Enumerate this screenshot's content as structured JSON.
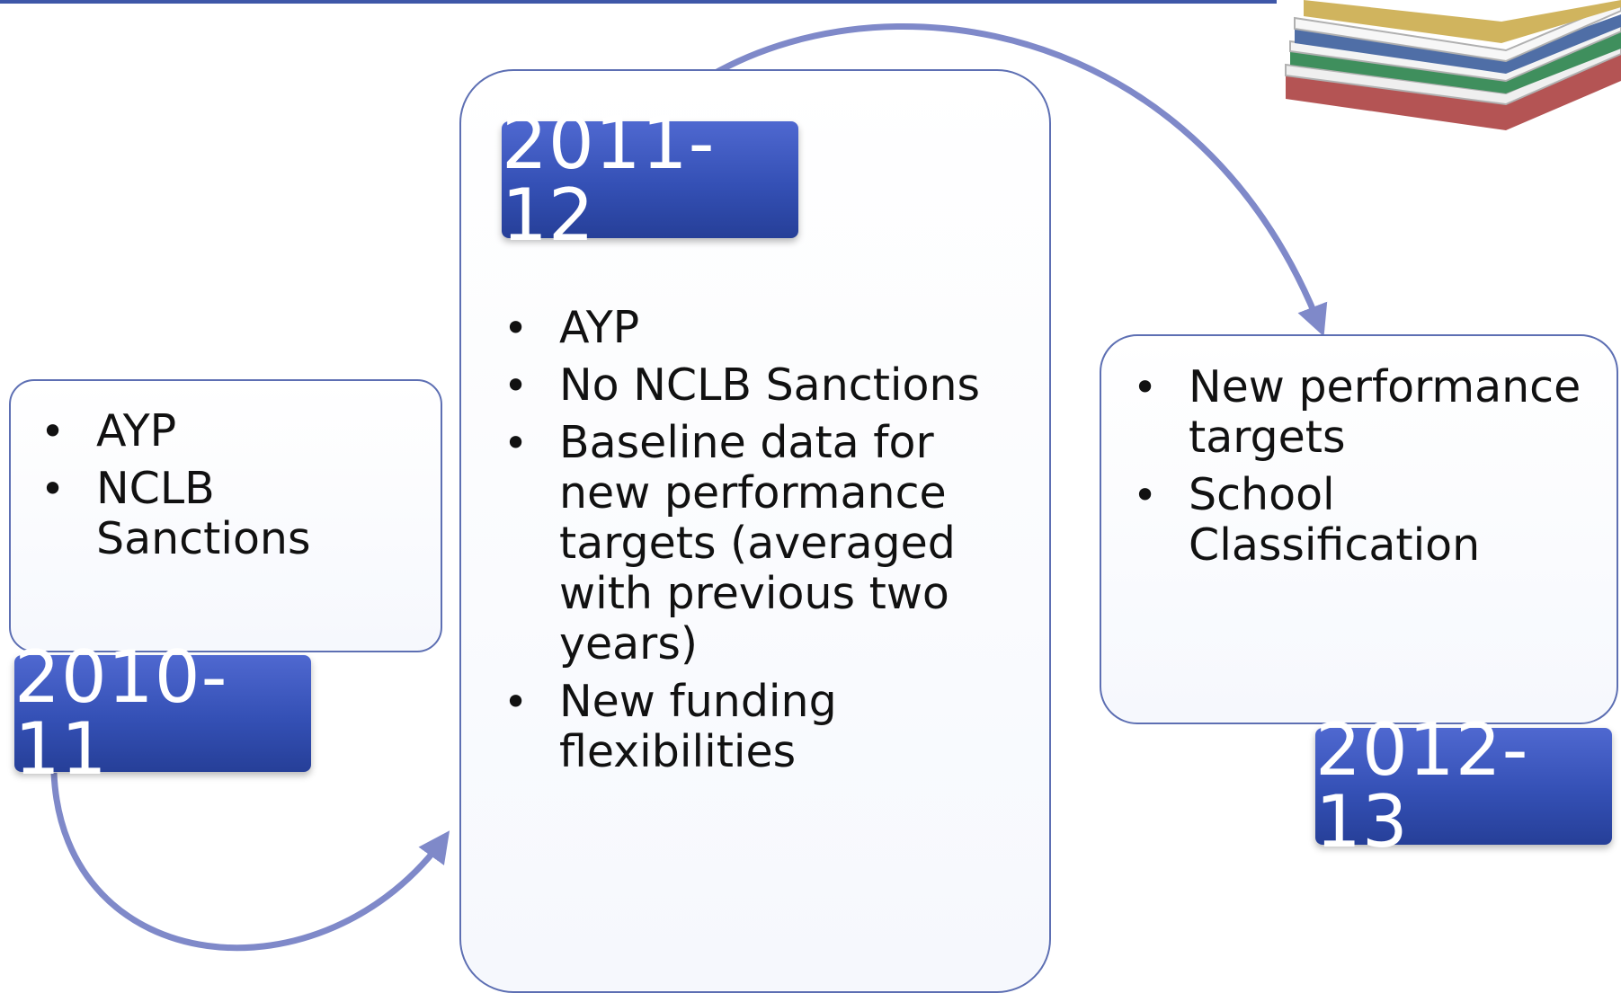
{
  "stages": [
    {
      "year": "2010-11",
      "items": [
        "AYP",
        "NCLB Sanctions"
      ]
    },
    {
      "year": "2011-12",
      "items": [
        "AYP",
        "No NCLB Sanctions",
        "Baseline data for new performance targets (averaged with previous two years)",
        "New funding flexibilities"
      ]
    },
    {
      "year": "2012-13",
      "items": [
        "New performance targets",
        "School Classification"
      ]
    }
  ],
  "colors": {
    "accent": "#3e57a8",
    "year_label_bg": "#3450b5",
    "connector": "#7f89c9",
    "box_border": "#5d6fb3"
  },
  "decorations": {
    "top_right_image": "stack-of-books"
  }
}
